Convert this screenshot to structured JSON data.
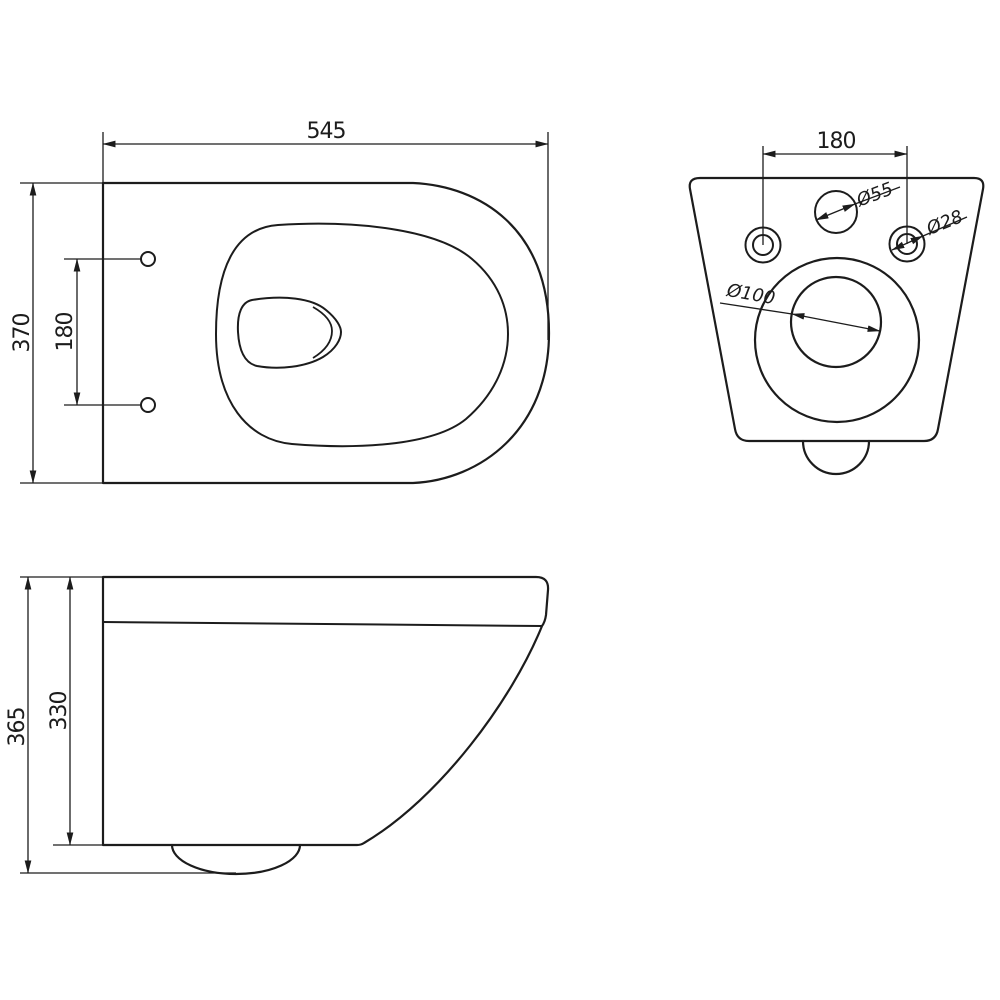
{
  "drawing": {
    "background": "#ffffff",
    "line_color": "#1c1c1c",
    "top_view": {
      "width": "545",
      "depth": "370",
      "hole_spacing": "180"
    },
    "rear_view": {
      "hole_spacing": "180",
      "flush_inlet_diameter": "Ø55",
      "mounting_hole_diameter": "Ø28",
      "outlet_diameter": "Ø100"
    },
    "side_view": {
      "total_height": "365",
      "body_height": "330"
    }
  }
}
